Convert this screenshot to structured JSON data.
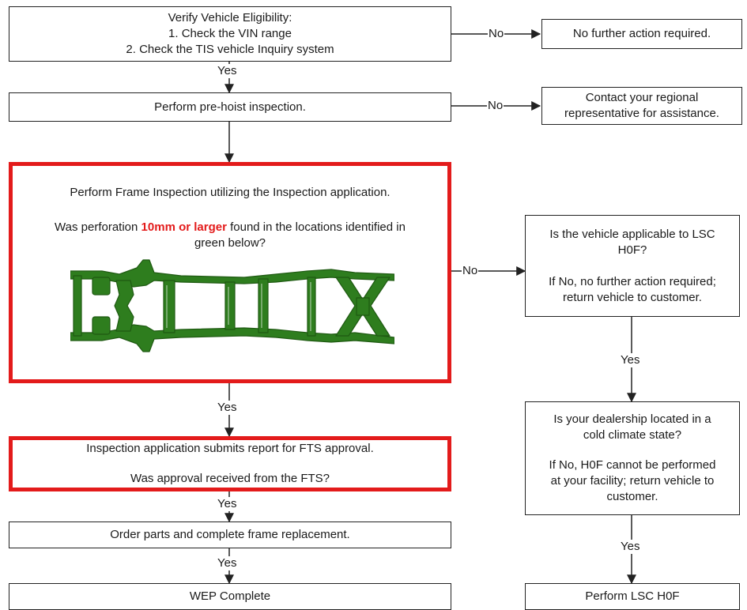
{
  "boxes": {
    "verify": {
      "title": "Verify Vehicle Eligibility:",
      "step1": "1. Check the VIN range",
      "step2": "2. Check the TIS vehicle Inquiry system"
    },
    "no_action": "No further action required.",
    "pre_hoist": "Perform pre-hoist inspection.",
    "contact_rep": {
      "line1": "Contact your regional",
      "line2": "representative for assistance."
    },
    "frame_inspection": {
      "line1": "Perform Frame Inspection utilizing the Inspection application.",
      "q_before": "Was perforation ",
      "q_highlight": "10mm or larger",
      "q_after": " found in the locations identified in",
      "q_line2": "green below?"
    },
    "lsc_applicable": {
      "q1": "Is the vehicle applicable to LSC",
      "q2": "H0F?",
      "n1": "If No, no further action required;",
      "n2": "return vehicle to customer."
    },
    "fts_submit": {
      "line1": "Inspection application submits report for FTS approval.",
      "line2": "Was approval received from the FTS?"
    },
    "cold_climate": {
      "q1": "Is your dealership located in a",
      "q2": "cold climate state?",
      "n1": "If No, H0F cannot be performed",
      "n2": "at your facility; return vehicle to",
      "n3": "customer."
    },
    "order_parts": "Order parts and complete frame replacement.",
    "wep_complete": "WEP Complete",
    "perform_lsc": "Perform LSC H0F"
  },
  "labels": {
    "yes": "Yes",
    "no": "No"
  },
  "colors": {
    "highlight_red": "#e31b1b",
    "frame_green": "#2e7d1e",
    "frame_dark": "#1f5a12",
    "line": "#222222"
  }
}
